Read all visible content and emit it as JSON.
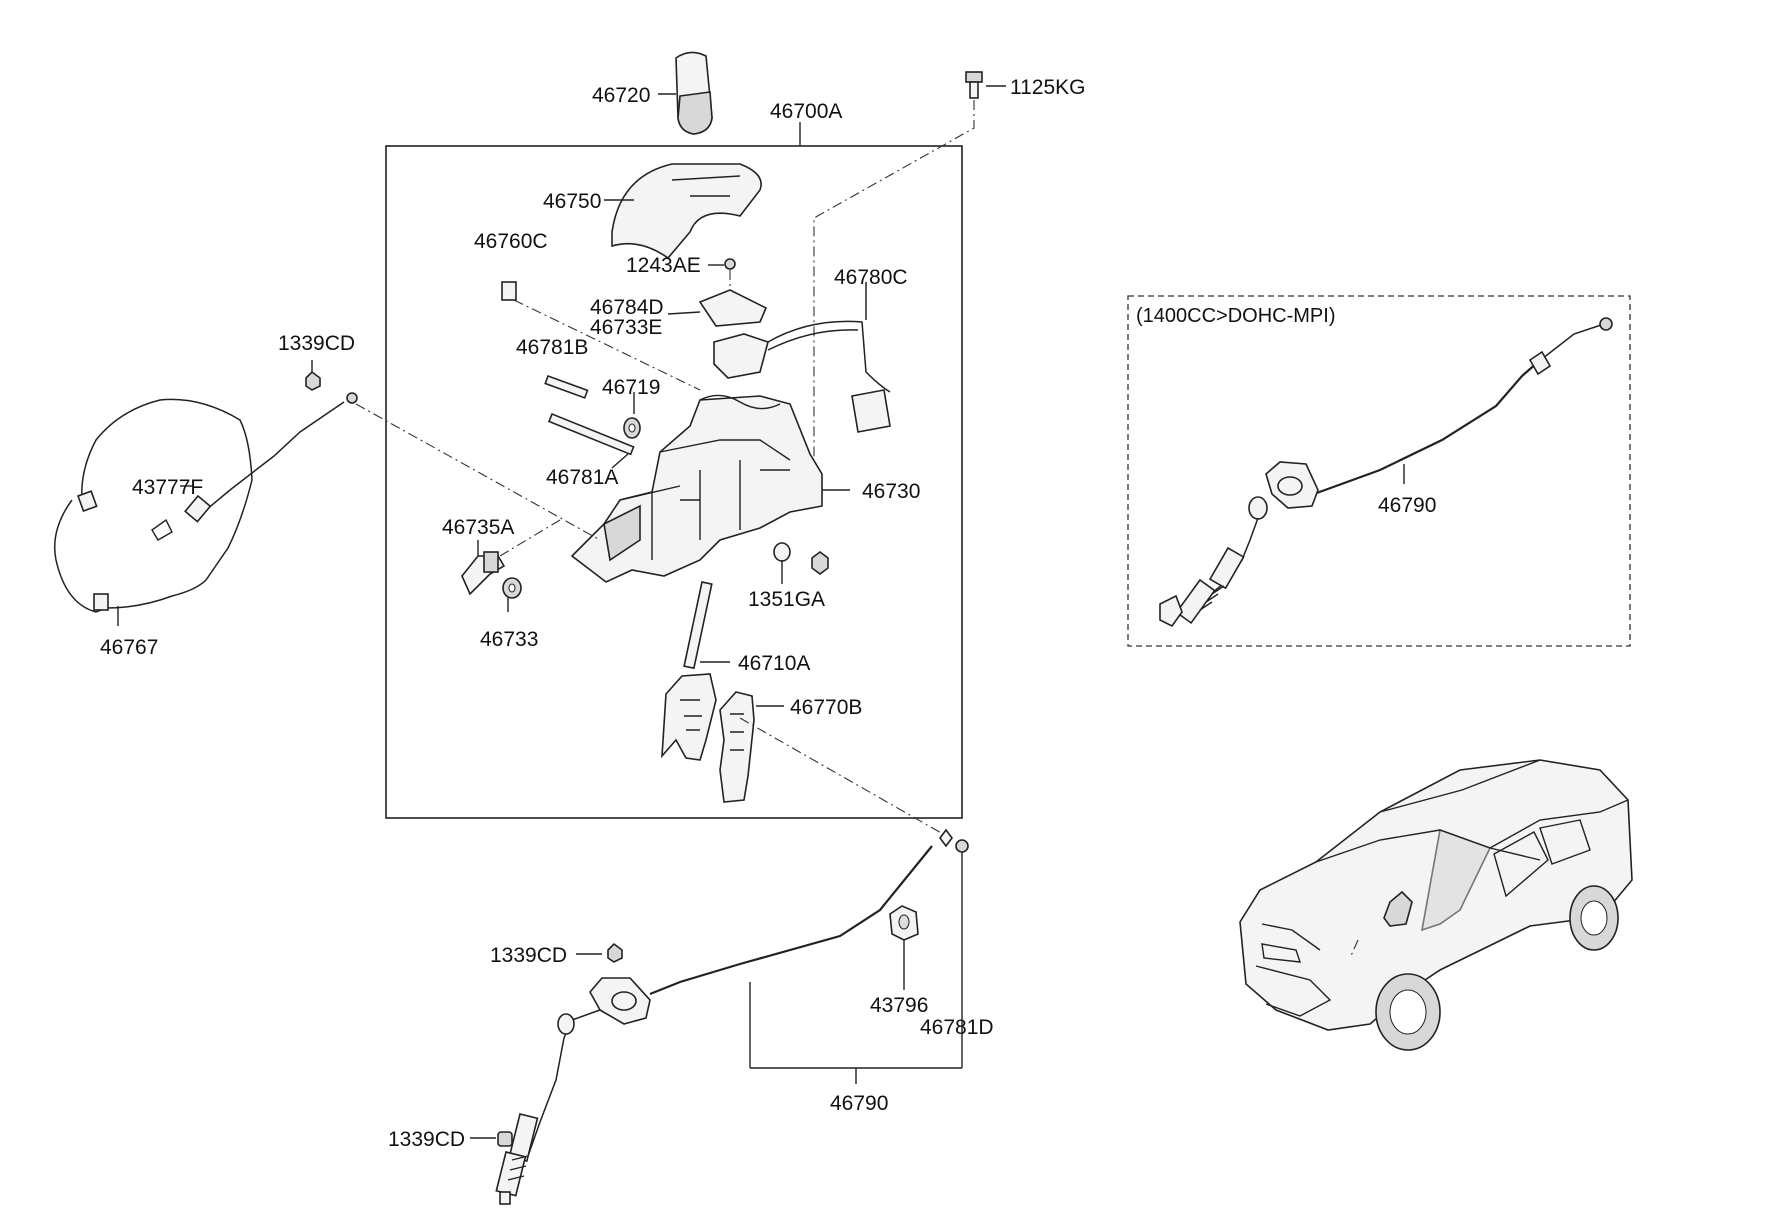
{
  "labels": {
    "p46720": "46720",
    "p46700A": "46700A",
    "p1125KG": "1125KG",
    "p46750": "46750",
    "p46760C": "46760C",
    "p1243AE": "1243AE",
    "p46780C": "46780C",
    "p46784D": "46784D",
    "p46733E": "46733E",
    "p46781B": "46781B",
    "p46719": "46719",
    "p46781A": "46781A",
    "p46730": "46730",
    "p46735A": "46735A",
    "p46733": "46733",
    "p1351GA": "1351GA",
    "p46710A": "46710A",
    "p46770B": "46770B",
    "p1339CD_left": "1339CD",
    "p43777F": "43777F",
    "p46767": "46767",
    "p1339CD_mid": "1339CD",
    "p1339CD_bottom": "1339CD",
    "p43796": "43796",
    "p46781D": "46781D",
    "p46790_bottom": "46790",
    "variant_title": "(1400CC>DOHC-MPI)",
    "p46790_variant": "46790"
  }
}
